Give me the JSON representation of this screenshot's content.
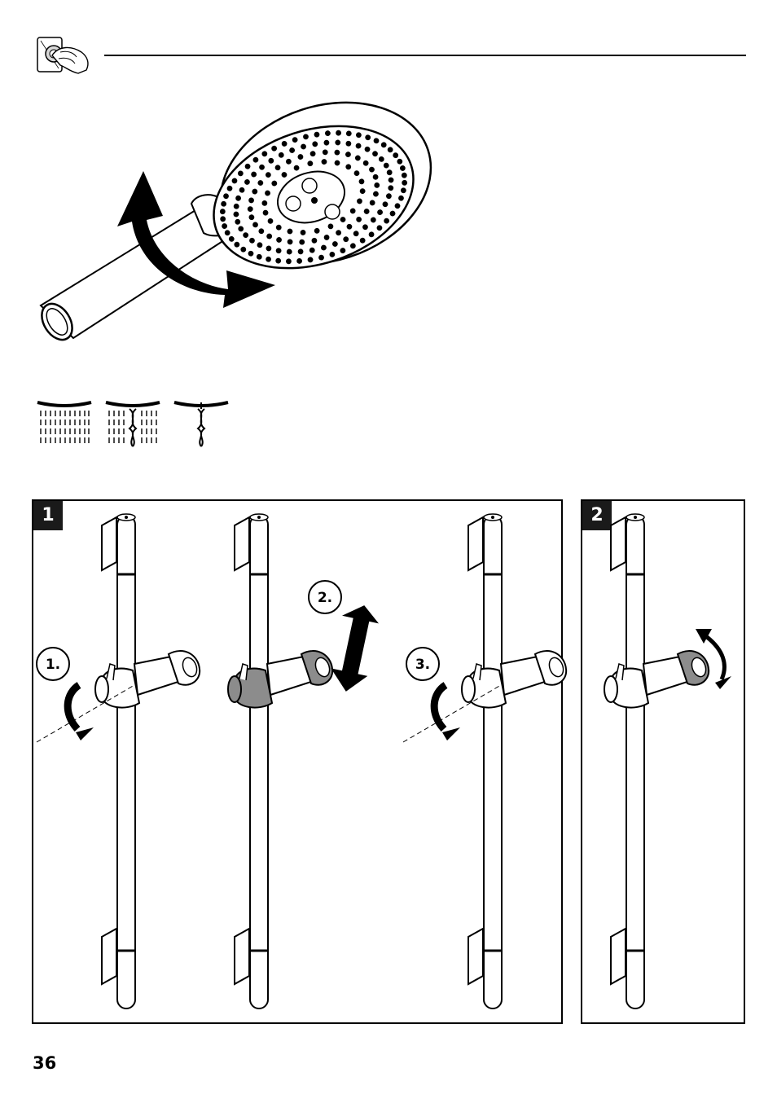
{
  "header": {
    "icon": "hand-turning-knob-icon"
  },
  "illustration": {
    "icon": "hand-shower-rotate-icon"
  },
  "spray_modes": [
    {
      "icon": "rain-spray-icon"
    },
    {
      "icon": "rain-and-massage-spray-icon"
    },
    {
      "icon": "massage-jet-spray-icon"
    }
  ],
  "panels": [
    {
      "number": "1",
      "steps": [
        {
          "label": "1."
        },
        {
          "label": "2."
        },
        {
          "label": "3."
        }
      ]
    },
    {
      "number": "2"
    }
  ],
  "footer": {
    "page_number": "36"
  },
  "colors": {
    "ink": "#000000",
    "shade": "#8c8c8c",
    "badge": "#1a1a1a"
  }
}
